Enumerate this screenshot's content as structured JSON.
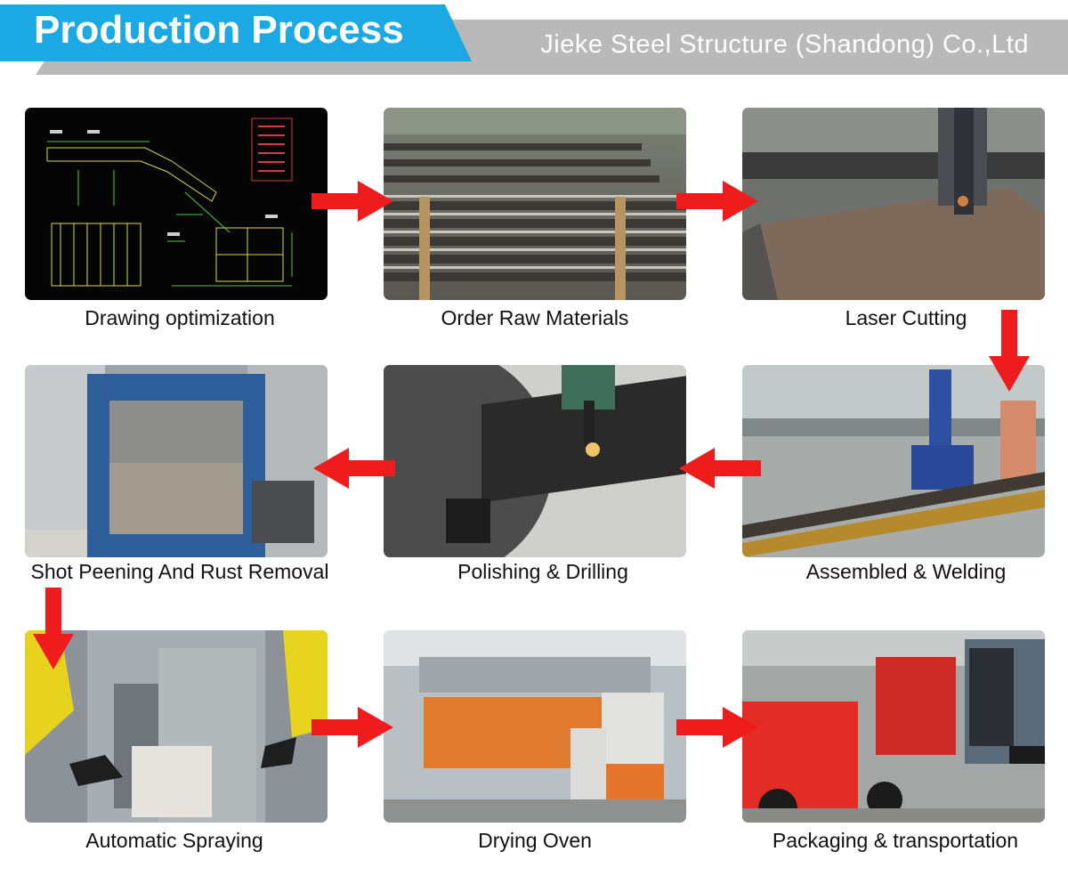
{
  "header": {
    "title": "Production Process",
    "company": "Jieke Steel Structure (Shandong) Co.,Ltd"
  },
  "steps": [
    {
      "label": "Drawing optimization"
    },
    {
      "label": "Order Raw Materials"
    },
    {
      "label": "Laser Cutting"
    },
    {
      "label": "Shot Peening And Rust Removal"
    },
    {
      "label": "Polishing & Drilling"
    },
    {
      "label": "Assembled & Welding"
    },
    {
      "label": "Automatic Spraying"
    },
    {
      "label": "Drying Oven"
    },
    {
      "label": "Packaging & transportation"
    }
  ],
  "colors": {
    "title_bar": "#1aa9e3",
    "company_bar": "#b9b9b9",
    "arrow": "#ee1c1c"
  }
}
